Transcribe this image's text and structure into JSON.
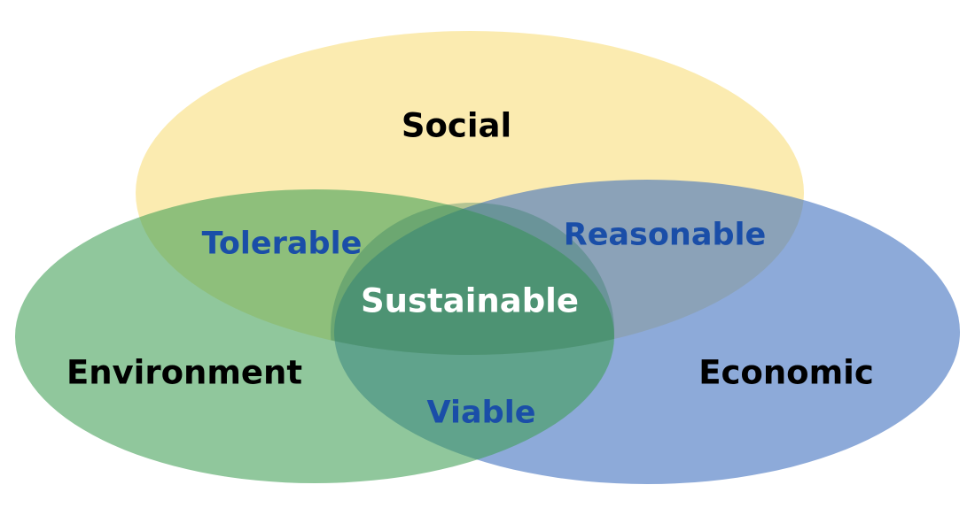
{
  "sets": {
    "social": {
      "label": "Social",
      "color": "#f9de7c"
    },
    "environment": {
      "label": "Environment",
      "color": "#3f9e55"
    },
    "economic": {
      "label": "Economic",
      "color": "#3a6dbd"
    }
  },
  "intersections": {
    "social_environment": "Tolerable",
    "social_economic": "Reasonable",
    "environment_economic": "Viable",
    "all": "Sustainable"
  },
  "colors": {
    "set_label": "#000000",
    "pair_label": "#1a4ea8",
    "center_label": "#ffffff"
  }
}
